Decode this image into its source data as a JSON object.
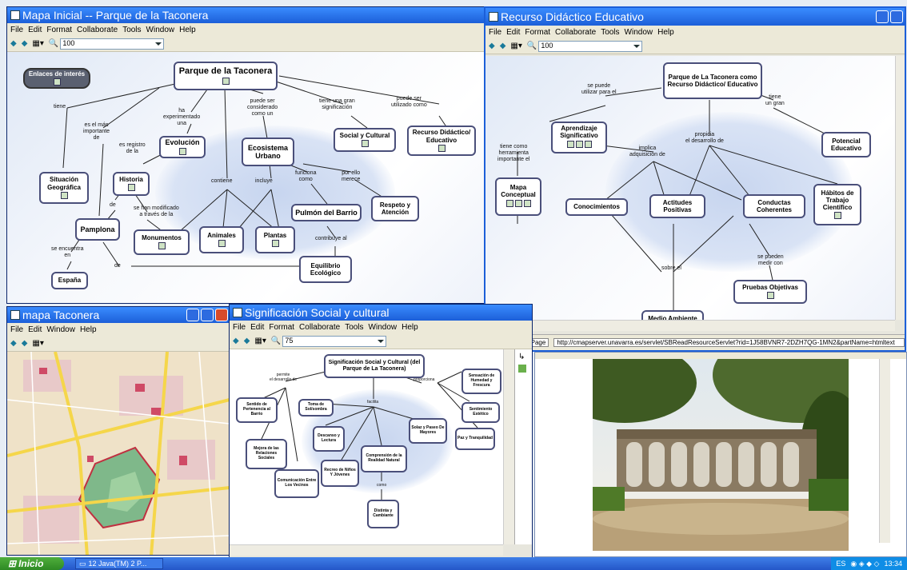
{
  "menus": {
    "full": [
      "File",
      "Edit",
      "Format",
      "Collaborate",
      "Tools",
      "Window",
      "Help"
    ],
    "short": [
      "File",
      "Edit",
      "Window",
      "Help"
    ]
  },
  "win_mapa": {
    "title": "Mapa Inicial -- Parque de la Taconera",
    "zoom": "100",
    "nodes": {
      "root": "Parque de la Taconera",
      "enlaces": "Enlaces de interés",
      "situacion": "Situación Geográfica",
      "evolucion": "Evolución",
      "historia": "Historia",
      "ecosistema": "Ecosistema Urbano",
      "social": "Social y Cultural",
      "recurso": "Recurso Didáctico/ Educativo",
      "respeto": "Respeto y Atención",
      "pulmon": "Pulmón del Barrio",
      "pamplona": "Pamplona",
      "monumentos": "Monumentos",
      "animales": "Animales",
      "plantas": "Plantas",
      "equilibrio": "Equilibrio Ecológico",
      "espana": "España"
    },
    "labels": {
      "tiene": "tiene",
      "ha_exp": "ha\nexperimentado\nuna",
      "considerado": "puede ser\nconsiderado\ncomo un",
      "gran_sig": "tiene una gran\nsignificación",
      "utilizado": "puede ser\nutilizado como",
      "mas_imp": "es el más\nimportante\nde",
      "registro": "es registro\nde la",
      "contiene": "contiene",
      "incluye": "incluye",
      "funciona": "funciona\ncomo",
      "por_ello": "por ello\nmerece",
      "modificado": "se han modificado\na través de la",
      "de1": "de",
      "encuentra": "se encuentra\nen",
      "de2": "de",
      "contribuye": "contribuye al"
    }
  },
  "win_recurso": {
    "title": "Recurso Didáctico  Educativo",
    "zoom": "100",
    "nodes": {
      "root": "Parque de La Taconera como Recurso Didáctico/ Educativo",
      "aprendizaje": "Aprendizaje Significativo",
      "potencial": "Potencial Educativo",
      "mapa": "Mapa Conceptual",
      "conocimientos": "Conocimientos",
      "actitudes": "Actitudes Positivas",
      "conductas": "Conductas Coherentes",
      "habitos": "Hábitos de Trabajo Científico",
      "pruebas": "Pruebas Objetivas",
      "medio": "Medio Ambiente"
    },
    "labels": {
      "utilizar": "se puede\nutilizar para el",
      "gran": "tiene\nun gran",
      "propicia": "propicia\nel desarrollo de",
      "implica": "implica\nadquisición de",
      "herramienta": "tiene como\nherramienta\nimportante el",
      "medir": "se pueden\nmedir con",
      "sobre": "sobre el"
    },
    "status_btn": "View as Web Page",
    "url": "http://cmapserver.unavarra.es/servlet/SBReadResourceServlet?rid=1J58BVNR7-2DZH7QG-1MN2&partName=htmltext"
  },
  "win_taconera": {
    "title": "mapa Taconera"
  },
  "win_social": {
    "title": "Significación Social y cultural",
    "zoom": "75",
    "nodes": {
      "root": "Significación Social y Cultural (del Parque de La Taconera)",
      "sensacion": "Sensación de Humedad y Frescura",
      "sentido": "Sentido de Pertenencia al Barrio",
      "toma": "Toma de Sol/sombra",
      "sentimiento": "Sentimiento Estético",
      "solaz": "Solaz y Paseo De Mayores",
      "descanso": "Descanso y Lectura",
      "paz": "Paz y Tranquilidad",
      "mejora": "Mejora de las Relaciones Sociales",
      "comprension": "Comprensión de la Realidad Natural",
      "recreo": "Recreo de Niños Y Jóvenes",
      "comunicacion": "Comunicación Entre Los Vecinos",
      "distinta": "Distinta y Cambiante"
    },
    "labels": {
      "permite": "permite\nel desarrollo de",
      "proporciona": "proporciona",
      "facilita": "facilita",
      "como": "como"
    }
  },
  "taskbar": {
    "start": "Inicio",
    "task": "12 Java(TM) 2 P...",
    "lang": "ES",
    "clock": "13:34"
  },
  "colors": {
    "title_blue": "#1c5fd8",
    "node_border": "#4a4f7a",
    "bubble": "#c7d5ef"
  }
}
